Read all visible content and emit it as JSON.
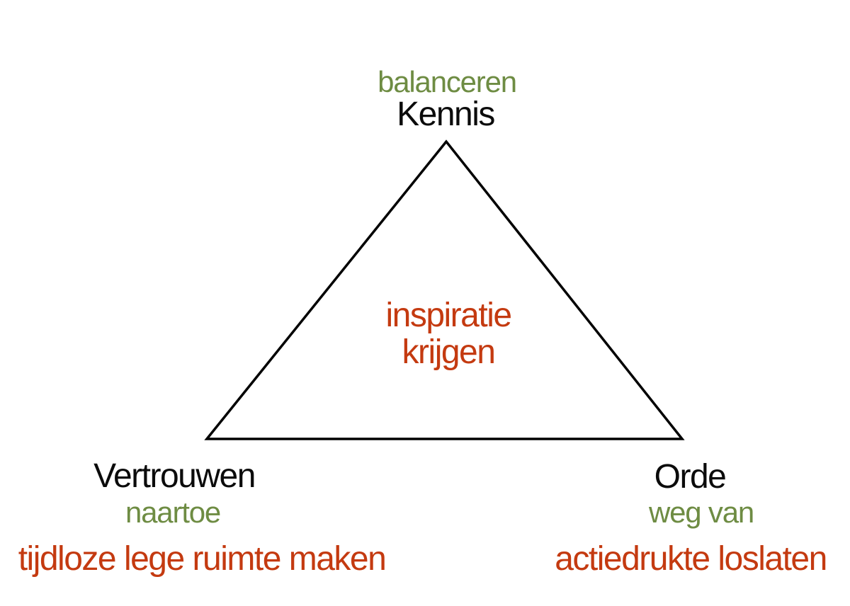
{
  "colors": {
    "background": "#ffffff",
    "black": "#0b0b0b",
    "green": "#6e8c43",
    "red": "#c43a10",
    "triangle-stroke": "#000000"
  },
  "diagram": {
    "top": {
      "sublabel": "balanceren",
      "label": "Kennis"
    },
    "center": {
      "line1": "inspiratie",
      "line2": "krijgen"
    },
    "bottom_left": {
      "label": "Vertrouwen",
      "sublabel": "naartoe",
      "caption": "tijdloze lege ruimte maken"
    },
    "bottom_right": {
      "label": "Orde",
      "sublabel": "weg van",
      "caption": "actiedrukte loslaten"
    }
  }
}
